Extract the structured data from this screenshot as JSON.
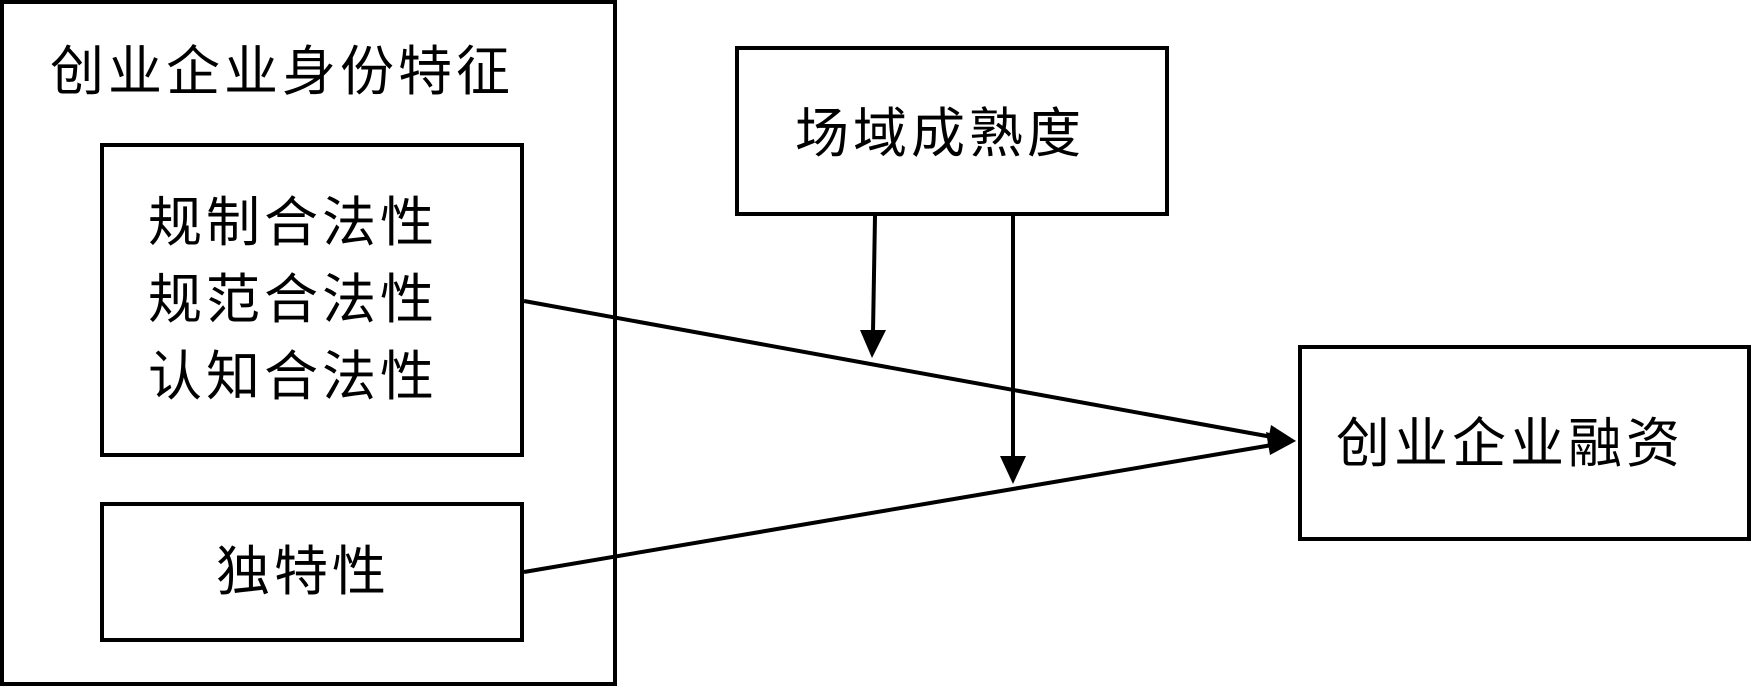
{
  "identity_group": {
    "title": "创业企业身份特征",
    "legitimacy_lines": [
      "规制合法性",
      "规范合法性",
      "认知合法性"
    ],
    "uniqueness": "独特性"
  },
  "moderator": {
    "label": "场域成熟度"
  },
  "outcome": {
    "label": "创业企业融资"
  },
  "relations": [
    {
      "from": "legitimacy",
      "to": "outcome",
      "type": "direct-effect"
    },
    {
      "from": "uniqueness",
      "to": "outcome",
      "type": "direct-effect"
    },
    {
      "from": "moderator",
      "to": "legitimacy-path",
      "type": "moderation"
    },
    {
      "from": "moderator",
      "to": "uniqueness-path",
      "type": "moderation"
    }
  ],
  "colors": {
    "line": "#000000",
    "background": "#ffffff"
  }
}
